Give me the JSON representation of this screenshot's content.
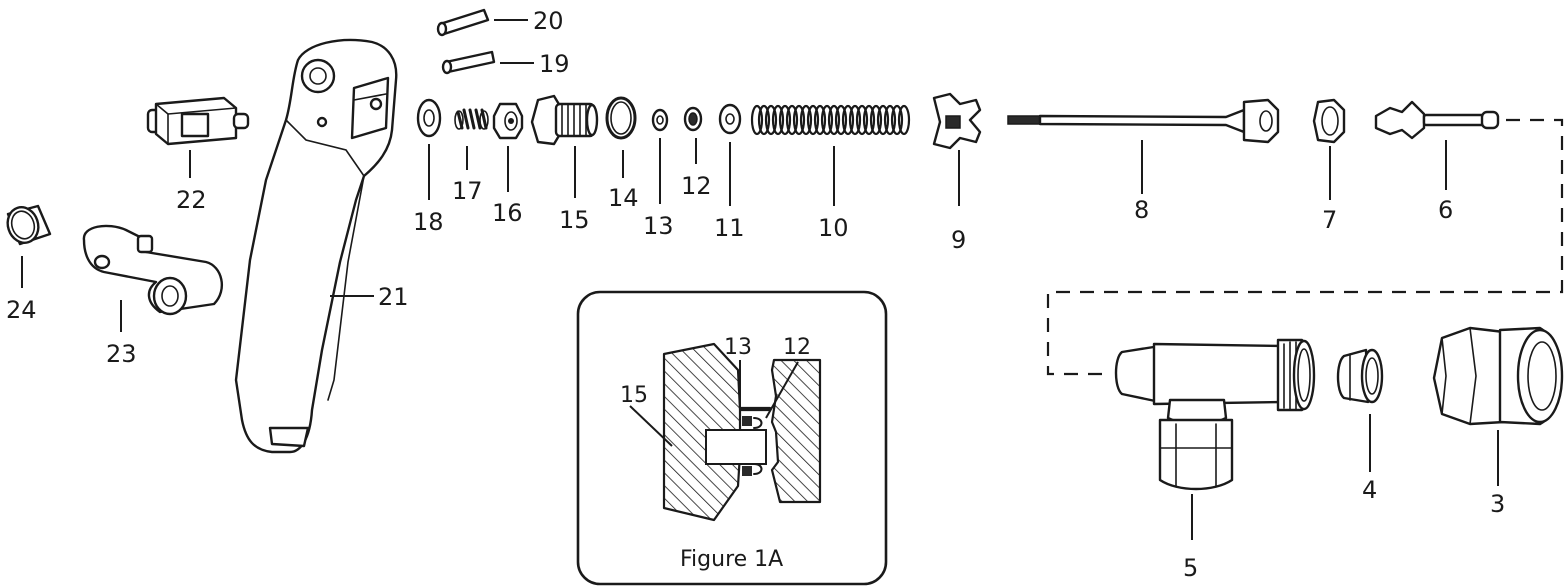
{
  "callouts": {
    "c3": "3",
    "c4": "4",
    "c5": "5",
    "c6": "6",
    "c7": "7",
    "c8": "8",
    "c9": "9",
    "c10": "10",
    "c11": "11",
    "c12": "12",
    "c13": "13",
    "c14": "14",
    "c15": "15",
    "c16": "16",
    "c17": "17",
    "c18": "18",
    "c19": "19",
    "c20": "20",
    "c21": "21",
    "c22": "22",
    "c23": "23",
    "c24": "24"
  },
  "figure_1a": {
    "caption": "Figure 1A",
    "labels": {
      "l15": "15",
      "l13": "13",
      "l12": "12"
    }
  }
}
